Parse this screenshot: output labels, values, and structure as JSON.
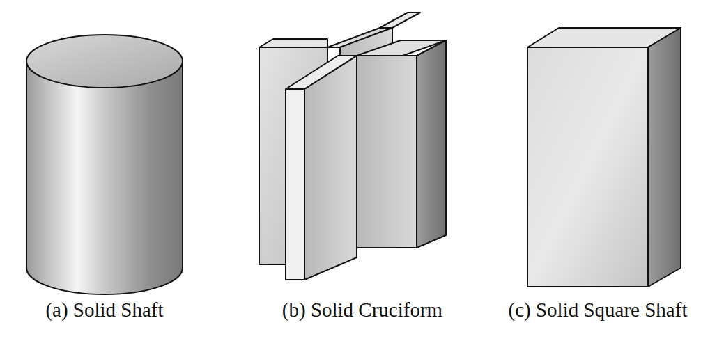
{
  "diagram": {
    "labels": [
      "(a) Solid Shaft",
      "(b) Solid Cruciform",
      "(c) Solid Square Shaft"
    ]
  }
}
